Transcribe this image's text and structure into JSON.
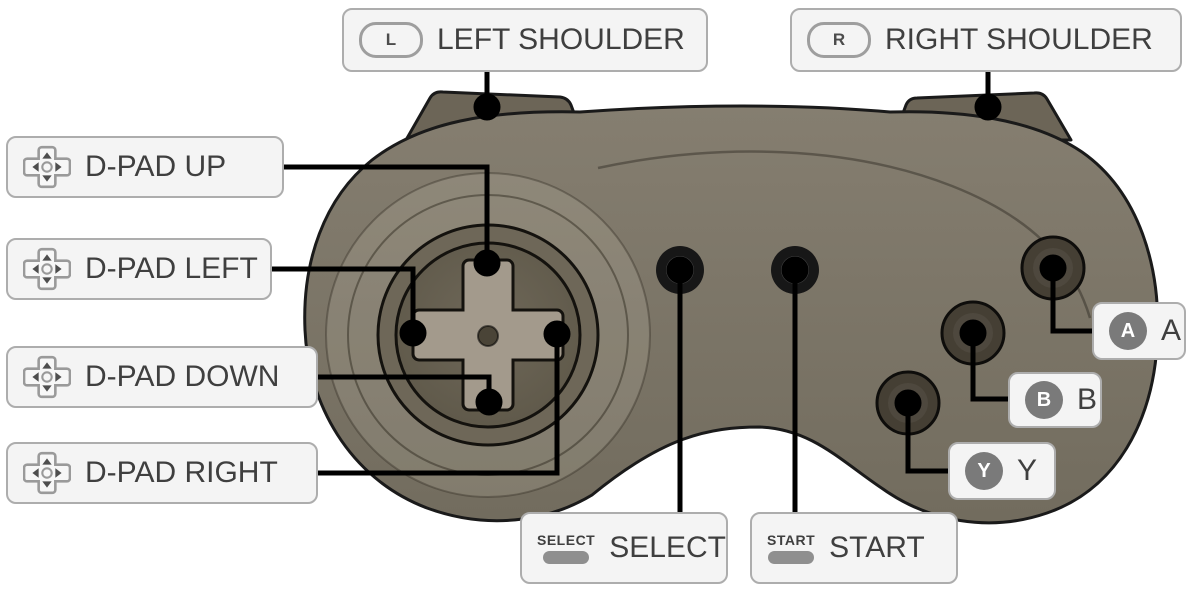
{
  "diagram": {
    "type": "game-controller-button-mapping",
    "labels": {
      "left_shoulder": {
        "icon_text": "L",
        "text": "LEFT SHOULDER"
      },
      "right_shoulder": {
        "icon_text": "R",
        "text": "RIGHT SHOULDER"
      },
      "dpad_up": {
        "text": "D-PAD UP"
      },
      "dpad_left": {
        "text": "D-PAD LEFT"
      },
      "dpad_down": {
        "text": "D-PAD DOWN"
      },
      "dpad_right": {
        "text": "D-PAD RIGHT"
      },
      "select": {
        "icon_text": "SELECT",
        "text": "SELECT"
      },
      "start": {
        "icon_text": "START",
        "text": "START"
      },
      "a": {
        "icon_text": "A",
        "text": "A"
      },
      "b": {
        "icon_text": "B",
        "text": "B"
      },
      "y": {
        "icon_text": "Y",
        "text": "Y"
      }
    },
    "colors": {
      "body": "#7c7668",
      "body_edge": "#1a1a1a",
      "dpad_cross": "#a39a8c",
      "label_background": "#f4f4f4",
      "label_border": "#adadad",
      "label_text": "#3f3f3f",
      "icon_gray": "#7a7a7a",
      "connector": "#000000"
    }
  }
}
